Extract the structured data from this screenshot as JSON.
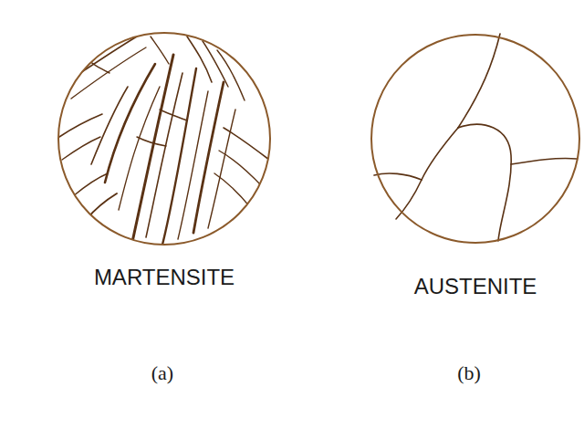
{
  "diagram": {
    "labels": [
      "MARTENSITE",
      "AUSTENITE",
      "(a)",
      "(b)"
    ]
  }
}
